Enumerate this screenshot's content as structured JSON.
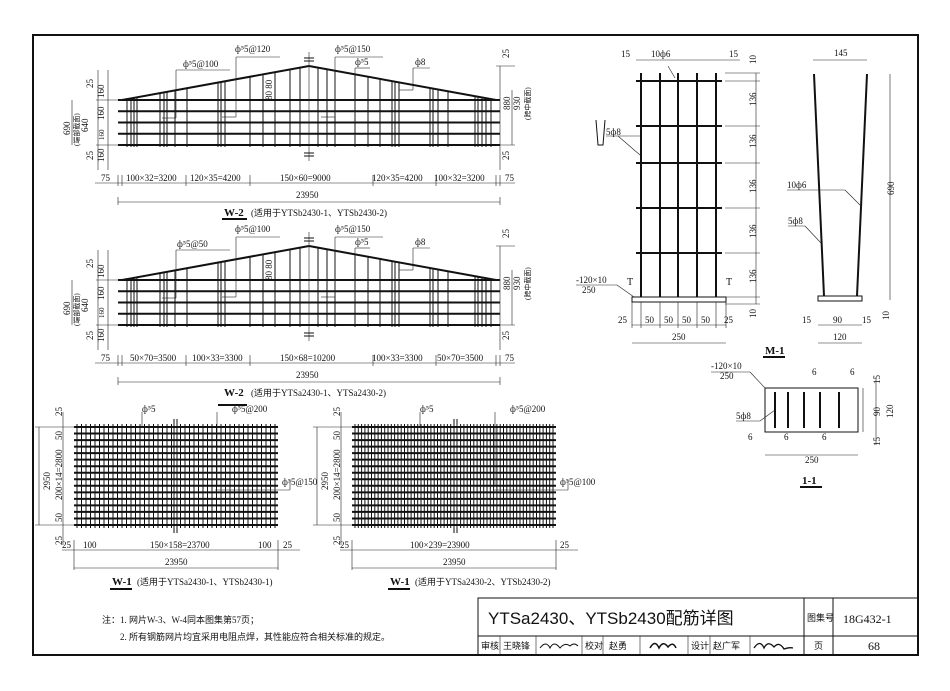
{
  "w2_top": {
    "labels": [
      "ф⁵5@100",
      "ф⁵5@120",
      "ф⁵5@150",
      "ф⁵5",
      "ф8"
    ],
    "center_dim": "80 80",
    "left_dims": [
      "690",
      "(端部截面)",
      "640",
      "25",
      "160",
      "160",
      "160",
      "160",
      "25",
      "160"
    ],
    "right_dims": [
      "880",
      "930",
      "(跨中截面)",
      "25",
      "25"
    ],
    "bottom_dims": [
      "75",
      "100×32=3200",
      "120×35=4200",
      "150×60=9000",
      "120×35=4200",
      "100×32=3200",
      "75"
    ],
    "total": "23950",
    "title": "W-2",
    "subtitle": "(适用于YTSb2430-1、YTSb2430-2)"
  },
  "w2_bottom": {
    "labels": [
      "ф⁵5@50",
      "ф⁵5@100",
      "ф⁵5@150",
      "ф⁵5",
      "ф8"
    ],
    "center_dim": "80 80",
    "left_dims": [
      "690",
      "(端部截面)",
      "640",
      "25",
      "160",
      "160",
      "160",
      "160",
      "25",
      "160"
    ],
    "right_dims": [
      "880",
      "930",
      "(跨中截面)",
      "25",
      "25"
    ],
    "bottom_dims": [
      "75",
      "50×70=3500",
      "100×33=3300",
      "150×68=10200",
      "100×33=3300",
      "50×70=3500",
      "75"
    ],
    "total": "23950",
    "title": "W-2",
    "subtitle": "(适用于YTSa2430-1、YTSa2430-2)"
  },
  "w1_left": {
    "labels": [
      "ф⁵5",
      "ф⁵5@200",
      "ф⁵5@150"
    ],
    "left_dims": [
      "2950",
      "200×14=2800",
      "50",
      "50",
      "25",
      "25"
    ],
    "bottom_dims": [
      "25",
      "100",
      "150×158=23700",
      "100",
      "25"
    ],
    "total": "23950",
    "title": "W-1",
    "subtitle": "(适用于YTSa2430-1、YTSb2430-1)"
  },
  "w1_right": {
    "labels": [
      "ф⁵5",
      "ф⁵5@200",
      "ф⁵5@100"
    ],
    "left_dims": [
      "2950",
      "200×14=2800",
      "50",
      "50",
      "25",
      "25"
    ],
    "bottom_dims": [
      "25",
      "100×239=23900",
      "25"
    ],
    "total": "23950",
    "title": "W-1",
    "subtitle": "(适用于YTSa2430-2、YTSb2430-2)"
  },
  "m1": {
    "top_dims": [
      "15",
      "10ф6",
      "15"
    ],
    "rebar_label": "5ф8",
    "plate": [
      "-120×10",
      "250"
    ],
    "right_dims": [
      "10",
      "136",
      "136",
      "136",
      "136",
      "136",
      "10"
    ],
    "bottom_dims": [
      "25",
      "50",
      "50",
      "50",
      "50",
      "25"
    ],
    "total": "250",
    "side_top": "145",
    "side_labels": [
      "10ф6",
      "5ф8"
    ],
    "side_height": "690",
    "side_bottom": [
      "15",
      "90",
      "15",
      "10"
    ],
    "side_total": "120",
    "section_mark": "T",
    "title": "M-1"
  },
  "sec11": {
    "plate": [
      "-120×10",
      "250"
    ],
    "rebar": "5ф8",
    "weld": "6",
    "right_dims": [
      "15",
      "90",
      "15",
      "120"
    ],
    "bottom": "250",
    "title": "1-1"
  },
  "notes": {
    "line1": "注：1. 网片W-3、W-4同本图集第57页；",
    "line2": "2. 所有钢筋网片均宜采用电阻点焊，其性能应符合相关标准的规定。"
  },
  "titleblock": {
    "title": "YTSa2430、YTSb2430配筋详图",
    "atlas_label": "图集号",
    "atlas_no": "18G432-1",
    "review_label": "审核",
    "reviewer": "王晓锋",
    "check_label": "校对",
    "checker": "赵勇",
    "design_label": "设计",
    "designer": "赵广军",
    "page_label": "页",
    "page_no": "68"
  }
}
